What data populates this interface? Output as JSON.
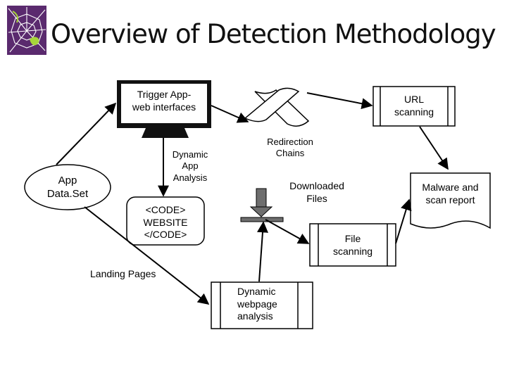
{
  "slide": {
    "title": "Overview of Detection Methodology"
  },
  "logo": {
    "icon": "spider-web-logo-icon",
    "colors": {
      "background": "#5a2a6e",
      "web": "#ffffff",
      "accent": "#a6d43a"
    }
  },
  "nodes": {
    "trigger": {
      "line1": "Trigger App-",
      "line2": "web interfaces"
    },
    "url_scanning": {
      "line1": "URL",
      "line2": "scanning"
    },
    "app_dataset": {
      "line1": "App",
      "line2": "Data.Set"
    },
    "dynamic_app_analysis": {
      "line1": "Dynamic",
      "line2": "App",
      "line3": "Analysis"
    },
    "redirection_chains": {
      "line1": "Redirection",
      "line2": "Chains"
    },
    "malware_report": {
      "line1": "Malware and",
      "line2": "scan report"
    },
    "downloaded_files": {
      "line1": "Downloaded",
      "line2": "Files"
    },
    "code_website": {
      "line1": "<CODE>",
      "line2": "WEBSITE",
      "line3": "</CODE>"
    },
    "file_scanning": {
      "line1": "File",
      "line2": "scanning"
    },
    "landing_pages": {
      "line1": "Landing Pages"
    },
    "dynamic_webpage": {
      "line1": "Dynamic",
      "line2": "webpage",
      "line3": "analysis"
    }
  },
  "icons": {
    "monitor": "computer-monitor-icon",
    "ribbon": "redirect-ribbon-icon",
    "download": "download-arrow-icon",
    "document": "document-icon"
  },
  "colors": {
    "stroke": "#000000",
    "monitor_fill": "#111111",
    "download_arrow": "#6e6e6e",
    "background": "#ffffff"
  }
}
